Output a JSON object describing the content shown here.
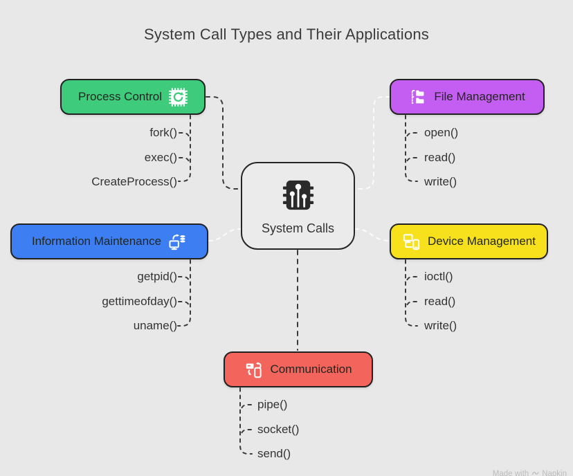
{
  "title": "System Call Types and Their Applications",
  "center": {
    "label": "System Calls",
    "icon": "chip-circuit-icon"
  },
  "groups": {
    "process_control": {
      "label": "Process Control",
      "color": "#3ecb7c",
      "icon": "chip-refresh-icon",
      "items": [
        "fork()",
        "exec()",
        "CreateProcess()"
      ]
    },
    "file_management": {
      "label": "File Management",
      "color": "#c45ef2",
      "icon": "folder-tree-icon",
      "items": [
        "open()",
        "read()",
        "write()"
      ]
    },
    "information_maintenance": {
      "label": "Information Maintenance",
      "color": "#3d7ff2",
      "icon": "monitor-database-icon",
      "items": [
        "getpid()",
        "gettimeofday()",
        "uname()"
      ]
    },
    "device_management": {
      "label": "Device Management",
      "color": "#f7e11c",
      "icon": "devices-link-icon",
      "items": [
        "ioctl()",
        "read()",
        "write()"
      ]
    },
    "communication": {
      "label": "Communication",
      "color": "#f2645c",
      "icon": "devices-sync-icon",
      "items": [
        "pipe()",
        "socket()",
        "send()"
      ]
    }
  },
  "watermark": {
    "prefix": "Made with",
    "brand": "Napkin"
  },
  "colors": {
    "background": "#e8e8e8",
    "node_border": "#212121",
    "connector_dark": "#3a3a3a",
    "connector_light": "#fbfbfb",
    "item_text": "#333333",
    "title_text": "#3b3b3b",
    "center_fill": "#ebebeb",
    "center_icon": "#2b2b2b"
  }
}
